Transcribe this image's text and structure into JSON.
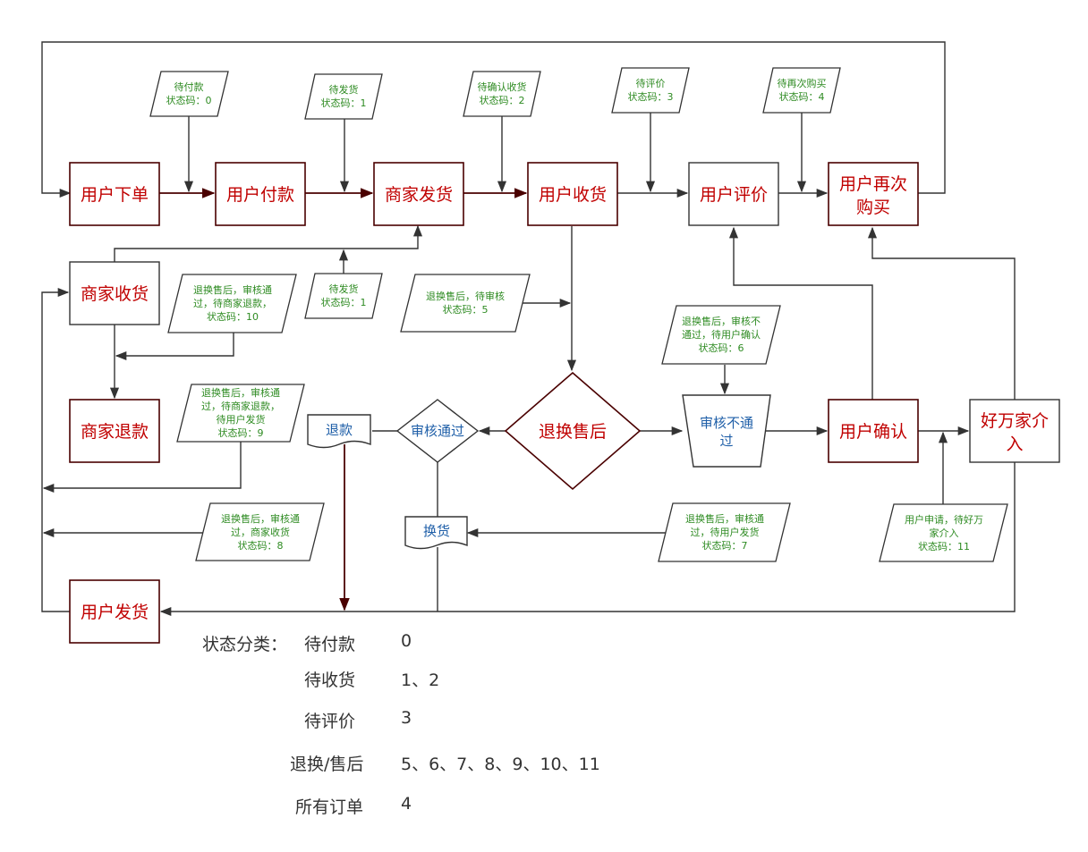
{
  "nodes": {
    "user_order": "用户下单",
    "user_pay": "用户付款",
    "merchant_ship": "商家发货",
    "user_receive": "用户收货",
    "user_review": "用户评价",
    "user_rebuy_1": "用户再次",
    "user_rebuy_2": "购买",
    "merchant_receive": "商家收货",
    "merchant_refund": "商家退款",
    "after_sale": "退换售后",
    "review_pass": "审核通过",
    "review_fail_1": "审核不通",
    "review_fail_2": "过",
    "user_confirm": "用户确认",
    "platform_1": "好万家介",
    "platform_2": "入",
    "refund": "退款",
    "exchange": "换货",
    "user_ship": "用户发货"
  },
  "status_notes": {
    "s0": [
      "待付款",
      "状态码：0"
    ],
    "s1_top": [
      "待发货",
      "状态码：1"
    ],
    "s2": [
      "待确认收货",
      "状态码：2"
    ],
    "s3": [
      "待评价",
      "状态码：3"
    ],
    "s4": [
      "待再次购买",
      "状态码：4"
    ],
    "s1_mid": [
      "待发货",
      "状态码：1"
    ],
    "s10": [
      "退换售后，审核通",
      "过，待商家退款，",
      "状态码：10"
    ],
    "s5": [
      "退换售后，待审核",
      "状态码：5"
    ],
    "s6": [
      "退换售后，审核不",
      "通过，待用户确认",
      "状态码：6"
    ],
    "s9": [
      "退换售后，审核通",
      "过，待商家退款，",
      "待用户发货",
      "状态码：9"
    ],
    "s8": [
      "退换售后，审核通",
      "过，商家收货",
      "状态码：8"
    ],
    "s7": [
      "退换售后，审核通",
      "过，待用户发货",
      "状态码：7"
    ],
    "s11": [
      "用户申请，待好万",
      "家介入",
      "状态码：11"
    ]
  },
  "legend": {
    "heading": "状态分类：",
    "rows": [
      {
        "label": "待付款",
        "codes": "0"
      },
      {
        "label": "待收货",
        "codes": "1、2"
      },
      {
        "label": "待评价",
        "codes": "3"
      },
      {
        "label": "退换/售后",
        "codes": "5、6、7、8、9、10、11"
      },
      {
        "label": "所有订单",
        "codes": "4"
      }
    ]
  },
  "colors": {
    "process_text": "#c00000",
    "status_text": "#2e8b22",
    "decision_text": "#1f5fa8",
    "process_border": "#4a0000"
  }
}
